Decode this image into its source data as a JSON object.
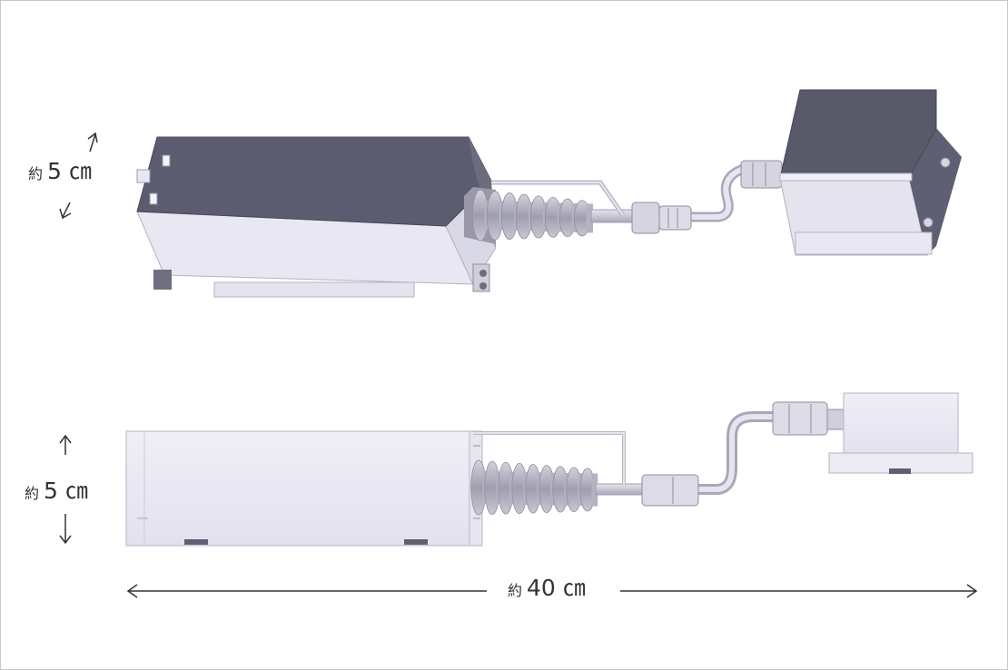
{
  "labels": {
    "top_view_height": {
      "prefix": "約",
      "value": "5 ㎝"
    },
    "side_view_height": {
      "prefix": "約",
      "value": "5 ㎝"
    },
    "overall_length": {
      "prefix": "約",
      "value": "40 ㎝"
    }
  },
  "colors": {
    "top_face": "#5a5b6e",
    "side_face": "#ecebf5",
    "outline": "#a9a8b8",
    "dimension_line": "#333333"
  }
}
